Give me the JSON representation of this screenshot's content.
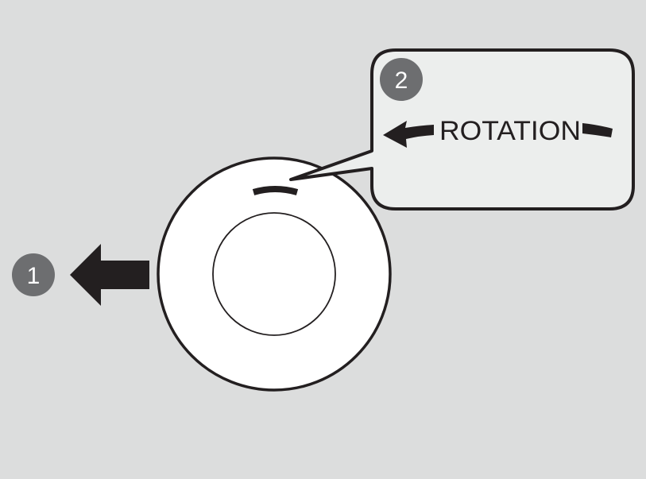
{
  "diagram": {
    "step1": {
      "number": "1"
    },
    "step2": {
      "number": "2"
    },
    "callout": {
      "label": "ROTATION"
    }
  },
  "colors": {
    "background": "#dcdddd",
    "callout_fill": "#eceeed",
    "line": "#231f20",
    "badge": "#6d6e70",
    "knob": "#ffffff"
  },
  "icons": {
    "step1_arrow": "arrow-left-icon",
    "rotation_arrow": "curved-arrow-left-icon"
  }
}
